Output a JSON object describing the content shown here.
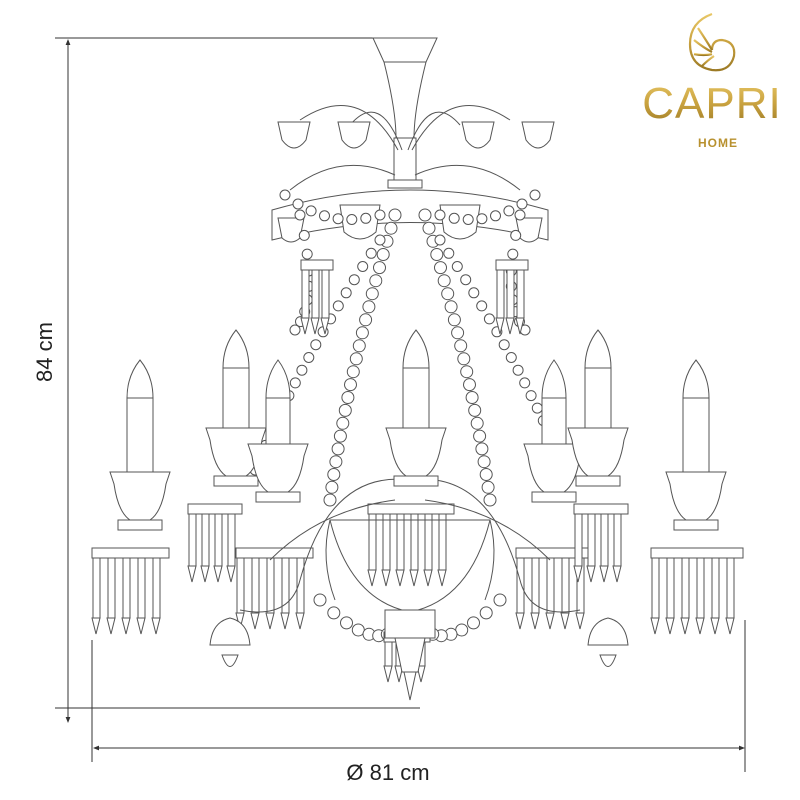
{
  "dimensions": {
    "height_label": "84 cm",
    "diameter_label": "Ø 81 cm"
  },
  "logo": {
    "brand": "CAPRI",
    "subtitle": "HOME",
    "color": "#c9a23f"
  },
  "colors": {
    "line": "#555555",
    "dimension": "#333333"
  }
}
